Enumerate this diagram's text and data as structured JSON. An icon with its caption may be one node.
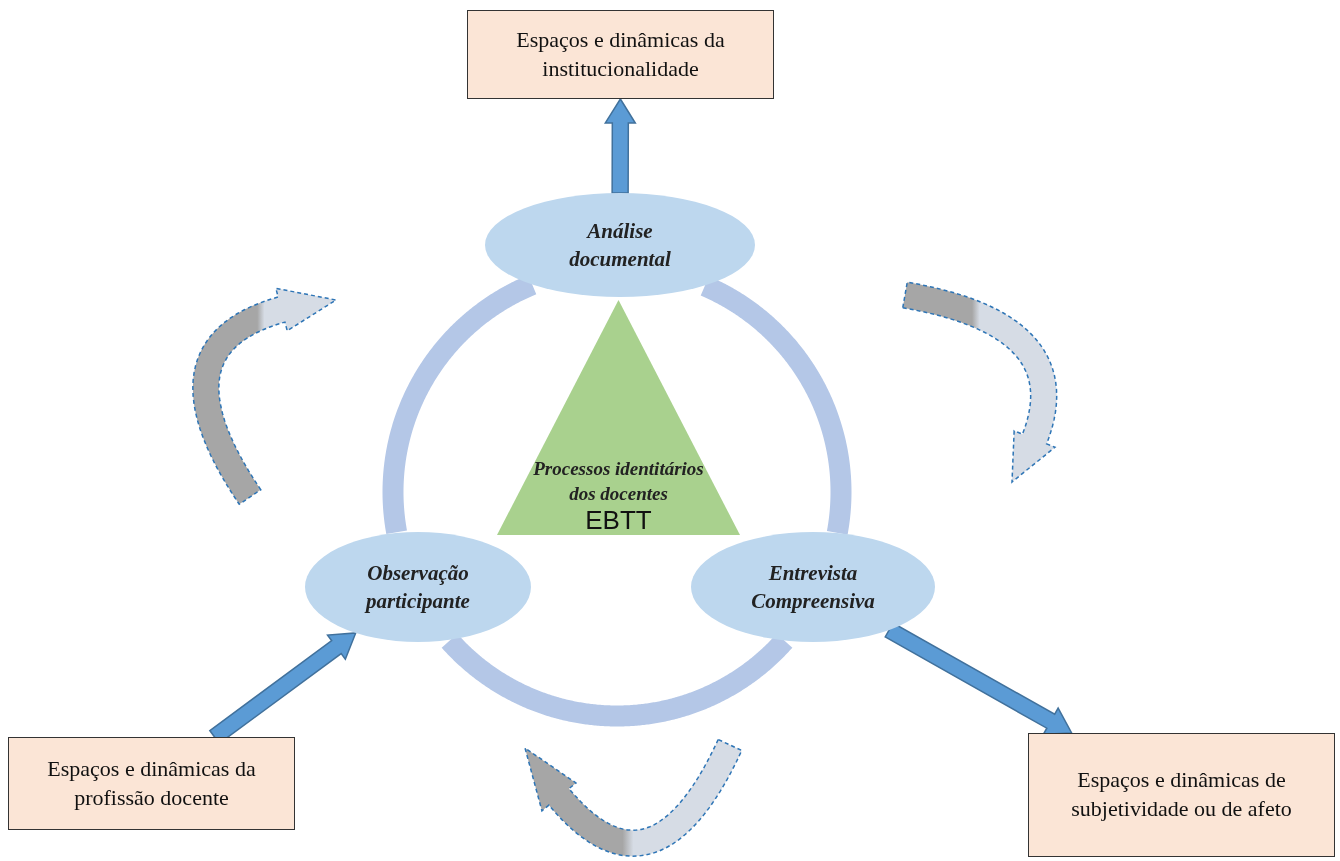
{
  "diagram": {
    "nodes": [
      {
        "text": [
          "Espaços e dinâmicas da institucionalidade"
        ]
      },
      {
        "text": [
          "Análise documental"
        ]
      },
      {
        "text": [
          "Processos identitários dos docentes",
          "EBTT"
        ]
      },
      {
        "text": [
          "Observação participante"
        ]
      },
      {
        "text": [
          "Entrevista Compreensiva"
        ]
      },
      {
        "text": [
          "Espaços e dinâmicas da profissão docente"
        ]
      },
      {
        "text": [
          "Espaços e dinâmicas de subjetividade ou de afeto"
        ]
      }
    ],
    "edges": [
      {
        "from": 1,
        "to": 0,
        "arrow": "to"
      },
      {
        "from": 5,
        "to": 3,
        "arrow": "to"
      },
      {
        "from": 4,
        "to": 6,
        "arrow": "to"
      },
      {
        "from": 1,
        "to": 4,
        "arrow": "none",
        "color": "#b4c7e7"
      },
      {
        "from": 4,
        "to": 3,
        "arrow": "none",
        "color": "#b4c7e7"
      },
      {
        "from": 3,
        "to": 1,
        "arrow": "none",
        "color": "#b4c7e7"
      }
    ]
  }
}
